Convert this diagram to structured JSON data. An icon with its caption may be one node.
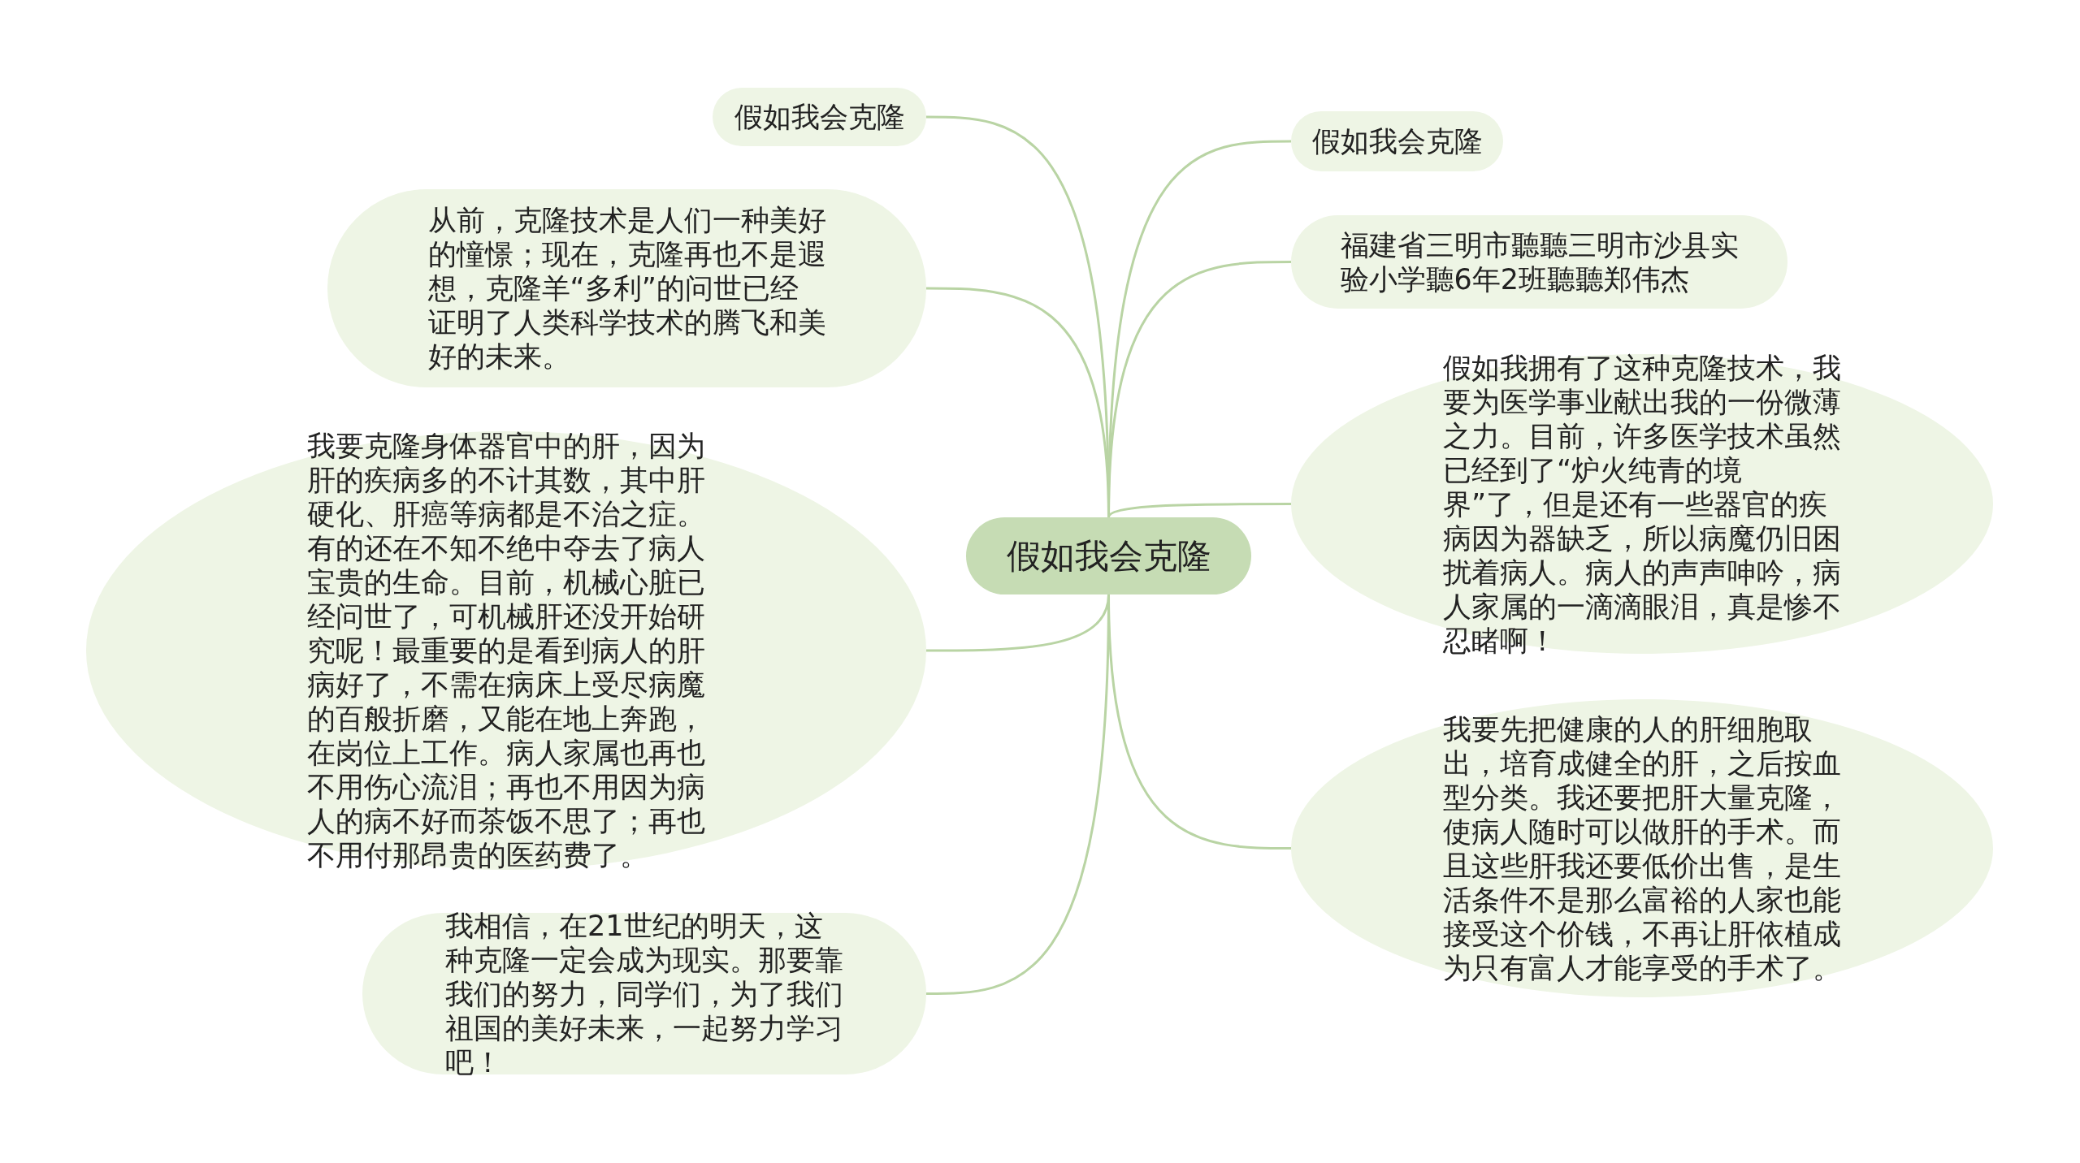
{
  "diagram": {
    "nodes": [
      {
        "text": [
          "假如我会克隆"
        ]
      },
      {
        "text": [
          "假如我会克隆"
        ]
      },
      {
        "text": [
          "从前，克隆技术是人们一种美好的憧憬；现在，克隆再也不是遐想，克隆羊“多利”的问世已经证明了人类科学技术的腾飞和美好的未来。"
        ]
      },
      {
        "text": [
          "我要克隆身体器官中的肝，因为肝的疾病多的不计其数，其中肝硬化、肝癌等病都是不治之症。有的还在不知不绝中夺去了病人宝贵的生命。目前，机械心脏已经问世了，可机械肝还没开始研究呢！最重要的是看到病人的肝病好了，不需在病床上受尽病魔的百般折磨，又能在地上奔跑，在岗位上工作。病人家属也再也不用伤心流泪；再也不用因为病人的病不好而茶饭不思了；再也不用付那昂贵的医药费了。"
        ]
      },
      {
        "text": [
          "我相信，在21世纪的明天，这种克隆一定会成为现实。那要靠我们的努力，同学们，为了我们祖国的美好未来，一起努力学习吧！"
        ]
      },
      {
        "text": [
          "假如我会克隆"
        ]
      },
      {
        "text": [
          "福建省三明市聽聽三明市沙县实验小学聽6年2班聽聽郑伟杰"
        ]
      },
      {
        "text": [
          "假如我拥有了这种克隆技术，我要为医学事业献出我的一份微薄之力。目前，许多医学技术虽然已经到了“炉火纯青的境界”了，但是还有一些器官的疾病因为器缺乏，所以病魔仍旧困扰着病人。病人的声声呻吟，病人家属的一滴滴眼泪，真是惨不忍睹啊！"
        ]
      },
      {
        "text": [
          "我要先把健康的人的肝细胞取出，培育成健全的肝，之后按血型分类。我还要把肝大量克隆，使病人随时可以做肝的手术。而且这些肝我还要低价出售，是生活条件不是那么富裕的人家也能接受这个价钱，不再让肝依植成为只有富人才能享受的手术了。"
        ]
      }
    ],
    "edges": [
      {
        "from": 0,
        "to": 1,
        "arrow": "none"
      },
      {
        "from": 0,
        "to": 2,
        "arrow": "none"
      },
      {
        "from": 0,
        "to": 3,
        "arrow": "none"
      },
      {
        "from": 0,
        "to": 4,
        "arrow": "none"
      },
      {
        "from": 0,
        "to": 5,
        "arrow": "none"
      },
      {
        "from": 0,
        "to": 6,
        "arrow": "none"
      },
      {
        "from": 0,
        "to": 7,
        "arrow": "none"
      },
      {
        "from": 0,
        "to": 8,
        "arrow": "none"
      }
    ]
  }
}
